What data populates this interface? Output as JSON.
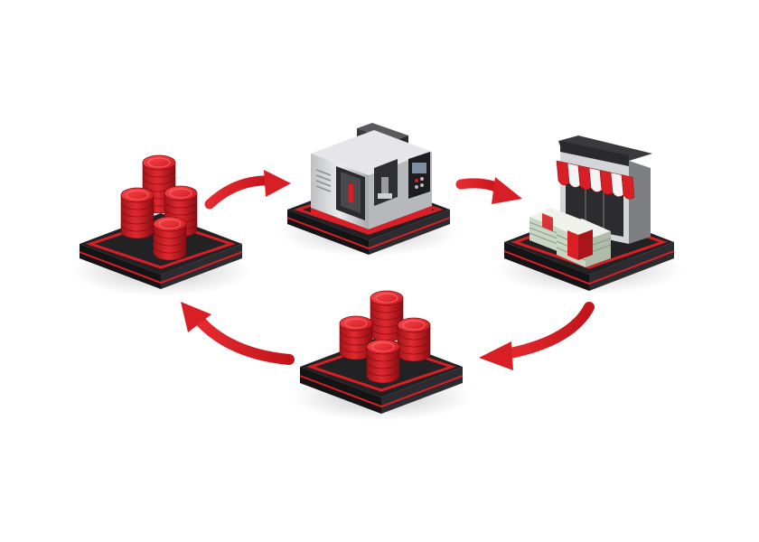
{
  "diagram": {
    "flow": "clockwise-cycle",
    "stages": [
      {
        "id": "capital",
        "icon": "coin-stacks-icon"
      },
      {
        "id": "production",
        "icon": "cnc-machine-icon"
      },
      {
        "id": "sales",
        "icon": "storefront-with-cash-icon"
      },
      {
        "id": "returns",
        "icon": "coin-stacks-icon"
      }
    ],
    "connectors": [
      {
        "from": "capital",
        "to": "production"
      },
      {
        "from": "production",
        "to": "sales"
      },
      {
        "from": "sales",
        "to": "returns"
      },
      {
        "from": "returns",
        "to": "capital"
      }
    ]
  },
  "colors": {
    "accent": "#d81f26",
    "accent_dark": "#8e0f14",
    "platform": "#1c1c1e",
    "platform_side": "#2e2e31",
    "machine_body": "#d9d9dc",
    "machine_dark": "#3a3a3d",
    "cash": "#c9d6c4",
    "background": "#ffffff"
  }
}
